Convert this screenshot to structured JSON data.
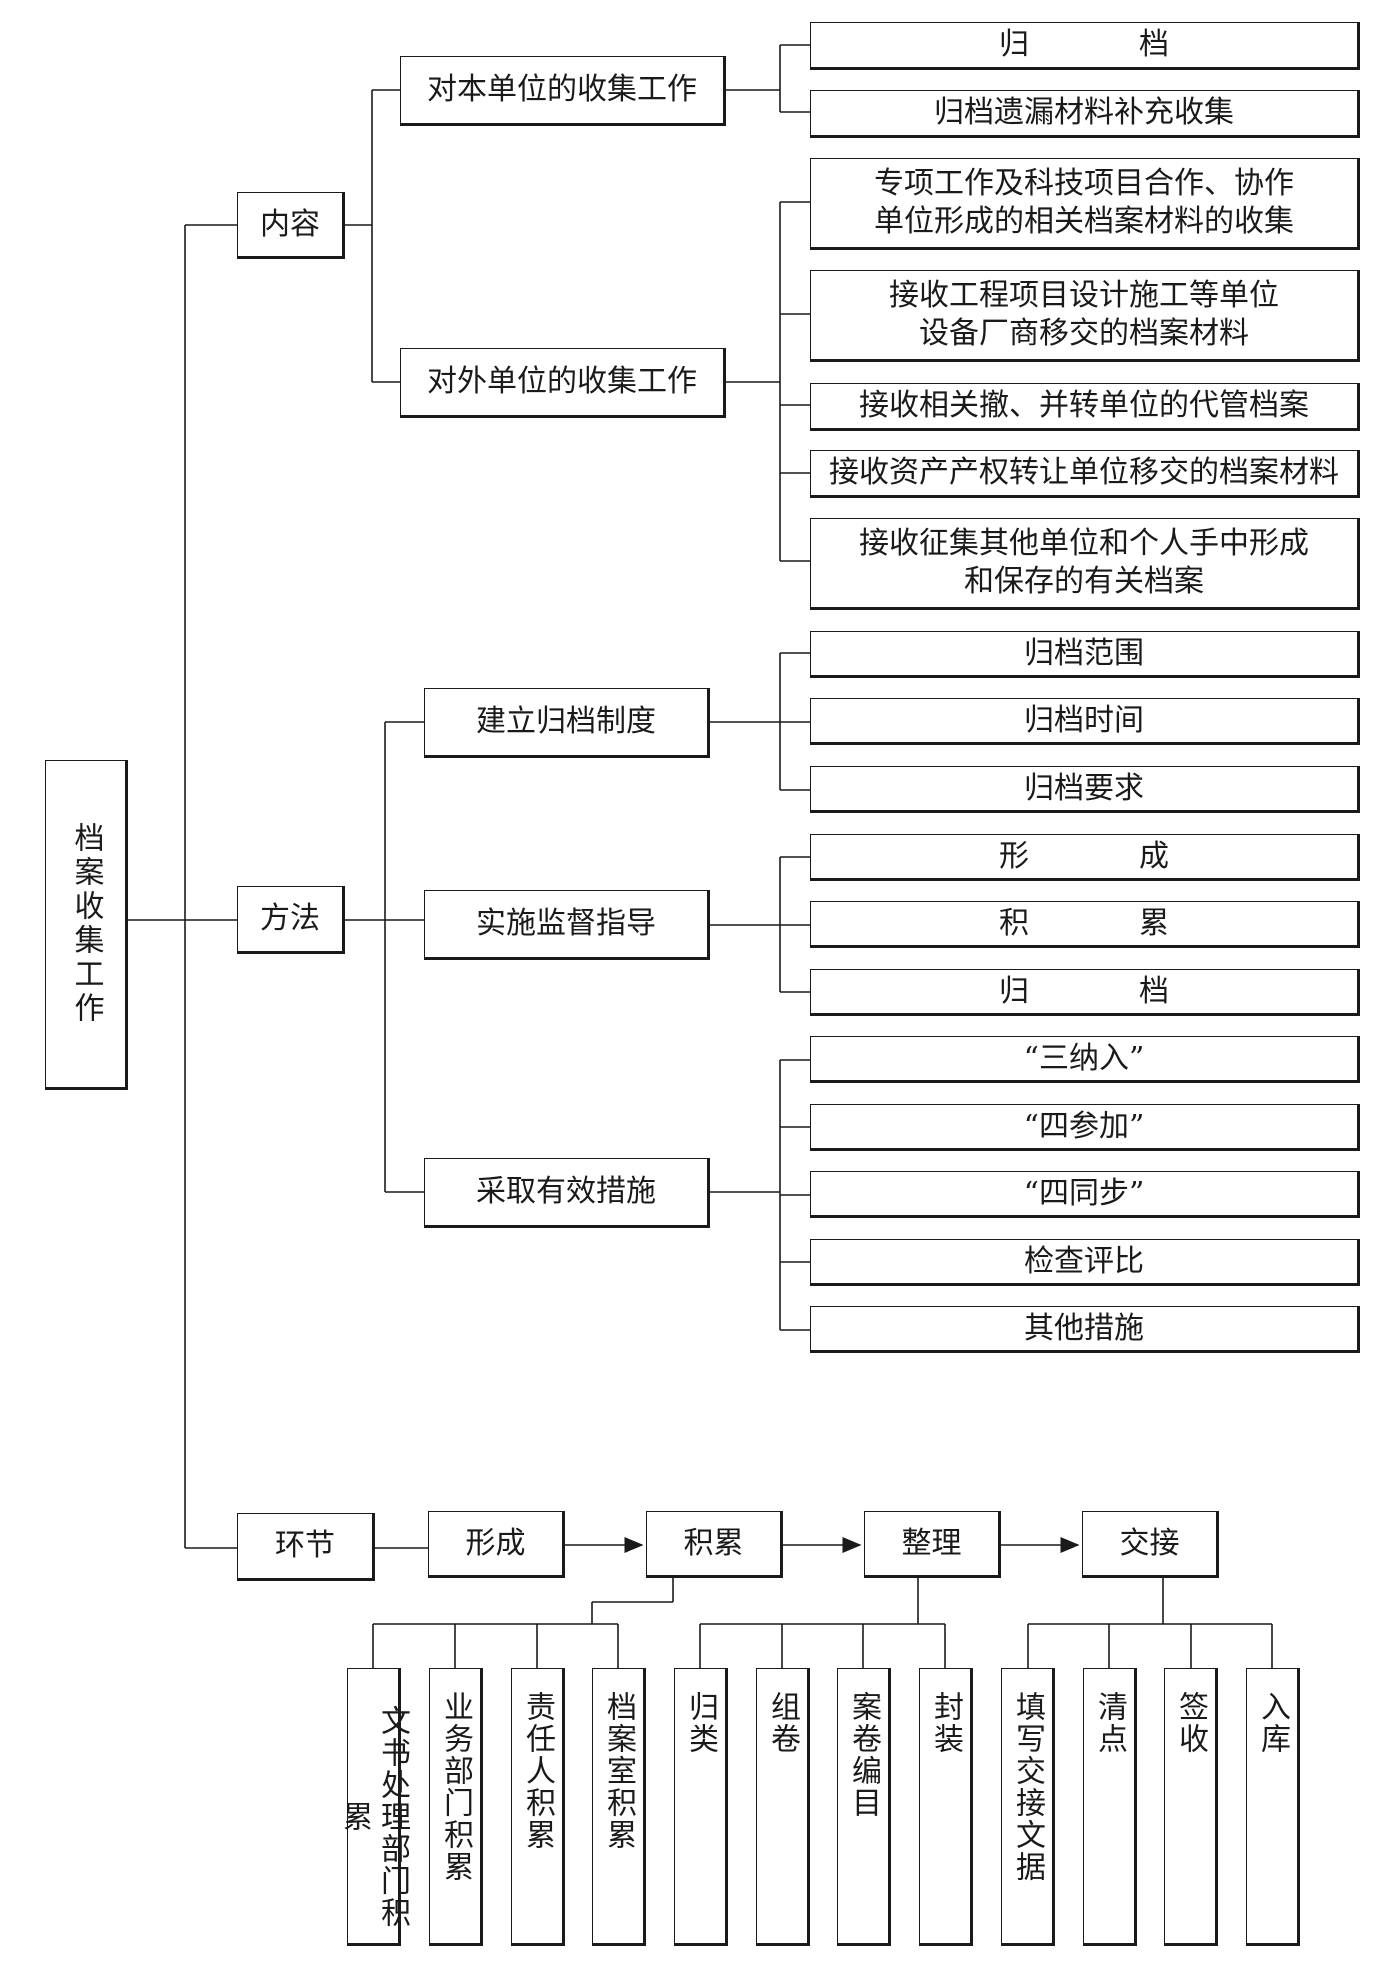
{
  "root": "档案收集工作",
  "content": {
    "label": "内容",
    "internal": {
      "label": "对本单位的收集工作",
      "items": [
        "归　档",
        "归档遗漏材料补充收集"
      ]
    },
    "external": {
      "label": "对外单位的收集工作",
      "items": [
        "专项工作及科技项目合作、协作\n单位形成的相关档案材料的收集",
        "接收工程项目设计施工等单位\n设备厂商移交的档案材料",
        "接收相关撤、并转单位的代管档案",
        "接收资产产权转让单位移交的档案材料",
        "接收征集其他单位和个人手中形成\n和保存的有关档案"
      ]
    }
  },
  "method": {
    "label": "方法",
    "system": {
      "label": "建立归档制度",
      "items": [
        "归档范围",
        "归档时间",
        "归档要求"
      ]
    },
    "supervise": {
      "label": "实施监督指导",
      "items": [
        "形　成",
        "积　累",
        "归　档"
      ]
    },
    "measures": {
      "label": "采取有效措施",
      "items": [
        "“三纳入”",
        "“四参加”",
        "“四同步”",
        "检查评比",
        "其他措施"
      ]
    }
  },
  "links": {
    "label": "环节",
    "stages": [
      "形成",
      "积累",
      "整理",
      "交接"
    ],
    "accumulate": [
      "文书处理部门积累",
      "业务部门积累",
      "责任人积累",
      "档案室积累"
    ],
    "organize": [
      "归类",
      "组卷",
      "案卷编目",
      "封装"
    ],
    "handover": [
      "填写交接文据",
      "清点",
      "签收",
      "入库"
    ]
  }
}
